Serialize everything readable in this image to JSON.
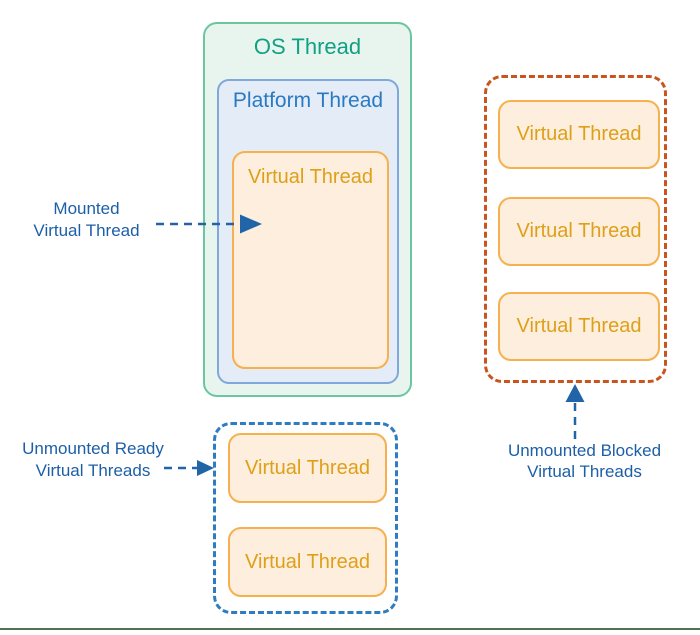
{
  "page": {
    "background": "#ffffff",
    "bottom_rule_color": "#52714f"
  },
  "colors": {
    "os_border": "#6bc6a0",
    "os_fill": "#e8f5ee",
    "os_text": "#10a184",
    "platform_border": "#7fa8dc",
    "platform_fill": "#e4ecf8",
    "platform_text": "#2a7ac2",
    "virtual_border": "#f6b04e",
    "virtual_fill": "#fdeedd",
    "virtual_text": "#dfa019",
    "blocked_container_border": "#c9551e",
    "ready_container_border": "#2e7cc1",
    "label_text": "#1d5fa7",
    "arrow": "#2264a8"
  },
  "boxes": {
    "os": {
      "label": "OS Thread"
    },
    "platform": {
      "label": "Platform Thread"
    },
    "mounted_virtual": {
      "label": "Virtual Thread"
    }
  },
  "blocked_group": {
    "virtual_threads": [
      "Virtual Thread",
      "Virtual Thread",
      "Virtual Thread"
    ]
  },
  "ready_group": {
    "virtual_threads": [
      "Virtual Thread",
      "Virtual Thread"
    ]
  },
  "annotations": {
    "mounted": {
      "line1": "Mounted",
      "line2": "Virtual Thread"
    },
    "ready": {
      "line1": "Unmounted Ready",
      "line2": "Virtual Threads"
    },
    "blocked": {
      "line1": "Unmounted Blocked",
      "line2": "Virtual Threads"
    }
  }
}
